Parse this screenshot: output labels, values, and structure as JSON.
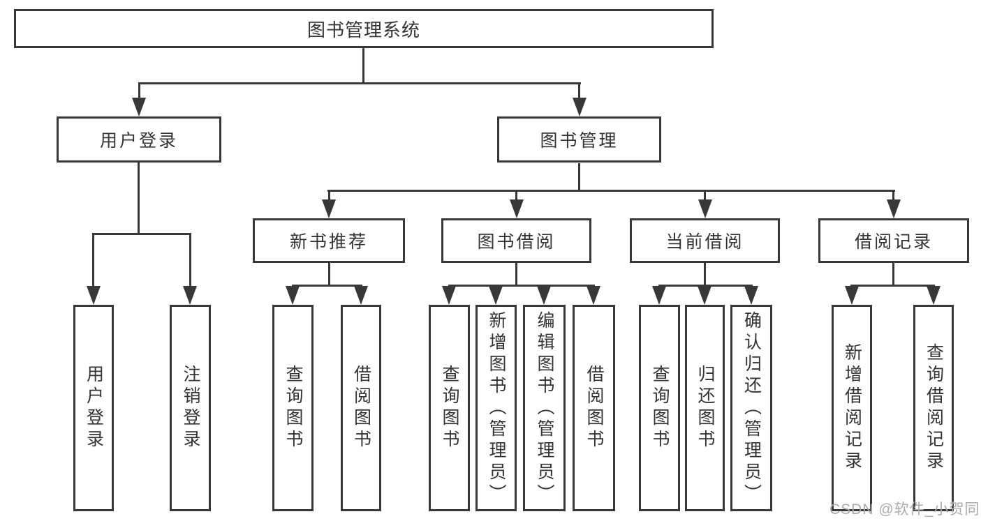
{
  "watermark": "CSDN @软件_小贺同学",
  "colors": {
    "line": "#383838",
    "text": "#333333",
    "background": "#ffffff",
    "watermark": "#ababab"
  },
  "tree": {
    "label": "图书管理系统",
    "children": [
      {
        "label": "用户登录",
        "children": [
          {
            "label": "用户登录"
          },
          {
            "label": "注销登录"
          }
        ]
      },
      {
        "label": "图书管理",
        "children": [
          {
            "label": "新书推荐",
            "children": [
              {
                "label": "查询图书"
              },
              {
                "label": "借阅图书"
              }
            ]
          },
          {
            "label": "图书借阅",
            "children": [
              {
                "label": "查询图书"
              },
              {
                "label": "新增图书（管理员）"
              },
              {
                "label": "编辑图书（管理员）"
              },
              {
                "label": "借阅图书"
              }
            ]
          },
          {
            "label": "当前借阅",
            "children": [
              {
                "label": "查询图书"
              },
              {
                "label": "归还图书"
              },
              {
                "label": "确认归还（管理员）"
              }
            ]
          },
          {
            "label": "借阅记录",
            "children": [
              {
                "label": "新增借阅记录"
              },
              {
                "label": "查询借阅记录"
              }
            ]
          }
        ]
      }
    ]
  }
}
